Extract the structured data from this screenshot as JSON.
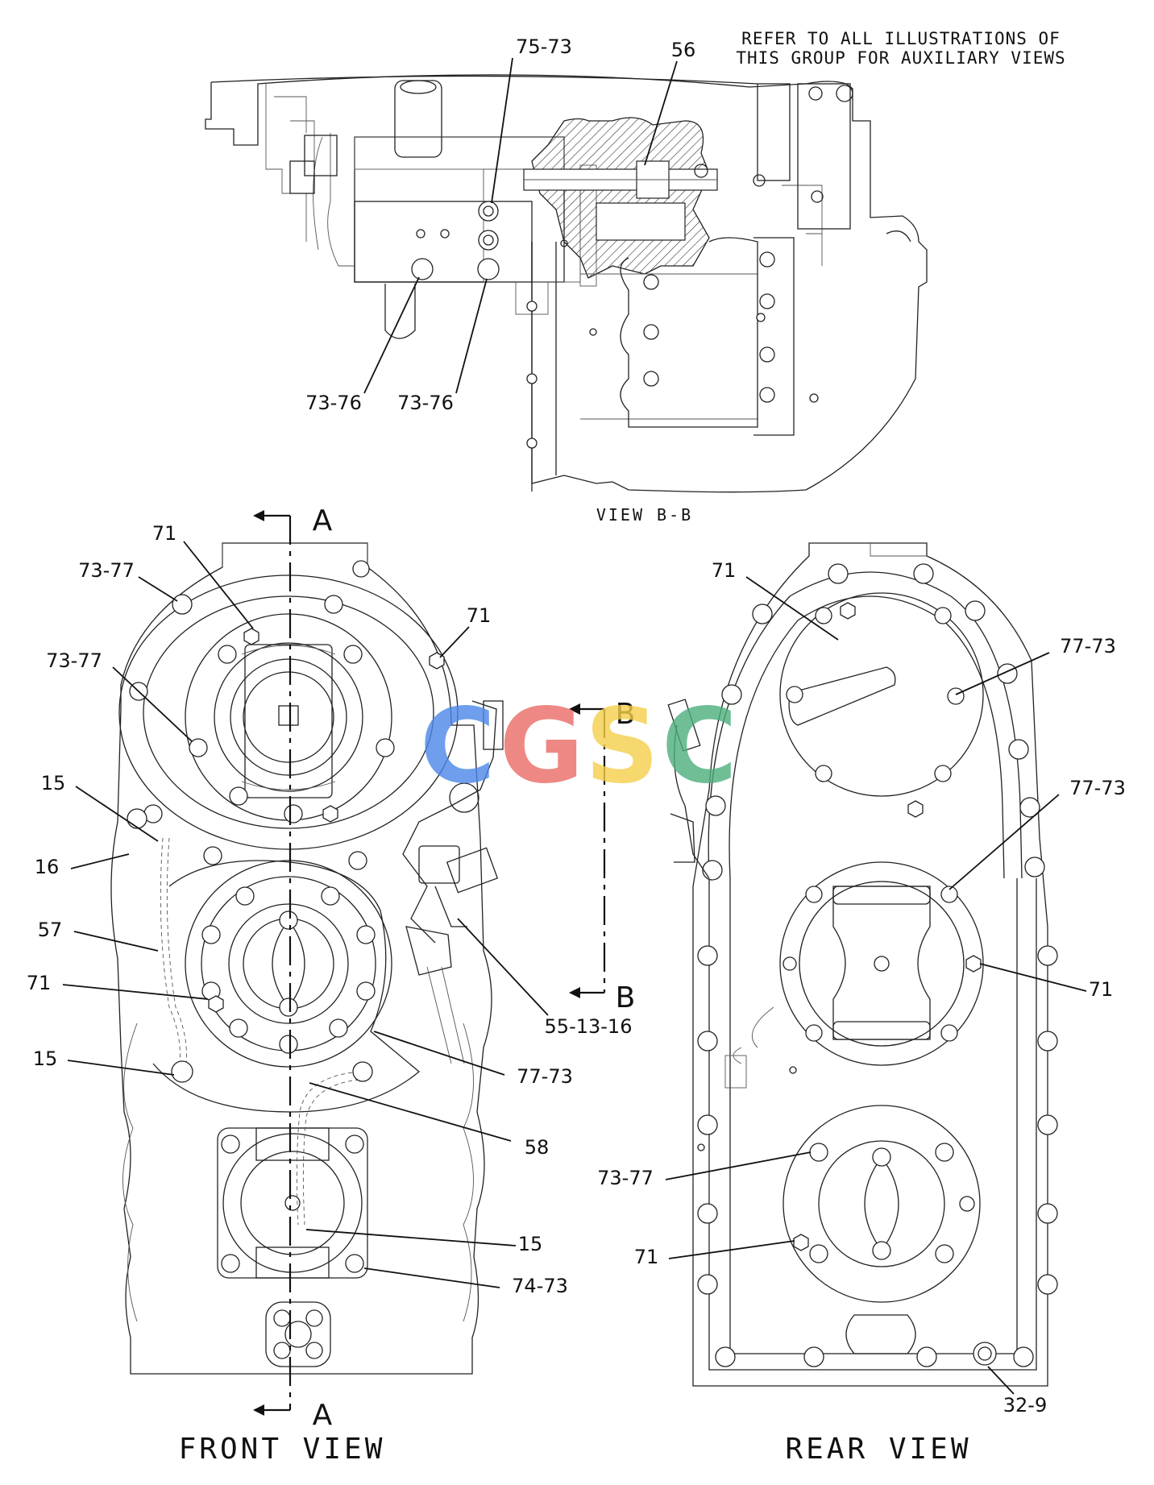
{
  "note": {
    "line1": "REFER TO ALL ILLUSTRATIONS OF",
    "line2": "THIS GROUP FOR AUXILIARY VIEWS"
  },
  "view_labels": {
    "section_view": "VIEW B-B",
    "front_view": "FRONT VIEW",
    "rear_view": "REAR VIEW"
  },
  "section_markers": {
    "a_top": "A",
    "a_bottom": "A",
    "b_top": "B",
    "b_bottom": "B"
  },
  "watermark": {
    "letters": [
      "C",
      "G",
      "S",
      "C"
    ],
    "colors": [
      "#4a86e8",
      "#ea6b66",
      "#f6cf4a",
      "#4caf7d"
    ]
  },
  "callouts": {
    "vb_75_73": "75-73",
    "vb_56": "56",
    "vb_73_76_left": "73-76",
    "vb_73_76_right": "73-76",
    "fv_71_top": "71",
    "fv_73_77_top": "73-77",
    "fv_71_right": "71",
    "fv_73_77_mid": "73-77",
    "fv_15_top": "15",
    "fv_16": "16",
    "fv_57": "57",
    "fv_71_mid": "71",
    "fv_55_13_16": "55-13-16",
    "fv_15_mid": "15",
    "fv_77_73": "77-73",
    "fv_58": "58",
    "fv_15_bottom": "15",
    "fv_74_73": "74-73",
    "rv_71_top": "71",
    "rv_77_73_top": "77-73",
    "rv_77_73_mid": "77-73",
    "rv_71_mid": "71",
    "rv_73_77": "73-77",
    "rv_71_bottom": "71",
    "rv_32_9": "32-9"
  }
}
